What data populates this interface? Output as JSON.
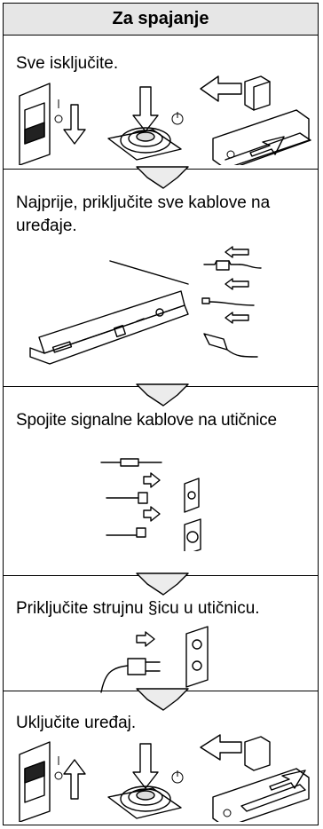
{
  "title": "Za spajanje",
  "steps": [
    {
      "text": "Sve isključite."
    },
    {
      "text_line1": "Najprije, priključite sve kablove na",
      "text_line2": "uređaje."
    },
    {
      "text": "Spojite signalne kablove na utičnice"
    },
    {
      "text": "Priključite strujnu §icu u utičnicu."
    },
    {
      "text": "Uključite uređaj."
    }
  ],
  "icons": [
    "power-switch-icon",
    "power-button-icon",
    "plug-out-icon",
    "flow-arrow-icon",
    "laptop-ports-icon",
    "cable-icon",
    "wall-socket-icon",
    "power-cord-icon",
    "power-outlet-icon"
  ]
}
